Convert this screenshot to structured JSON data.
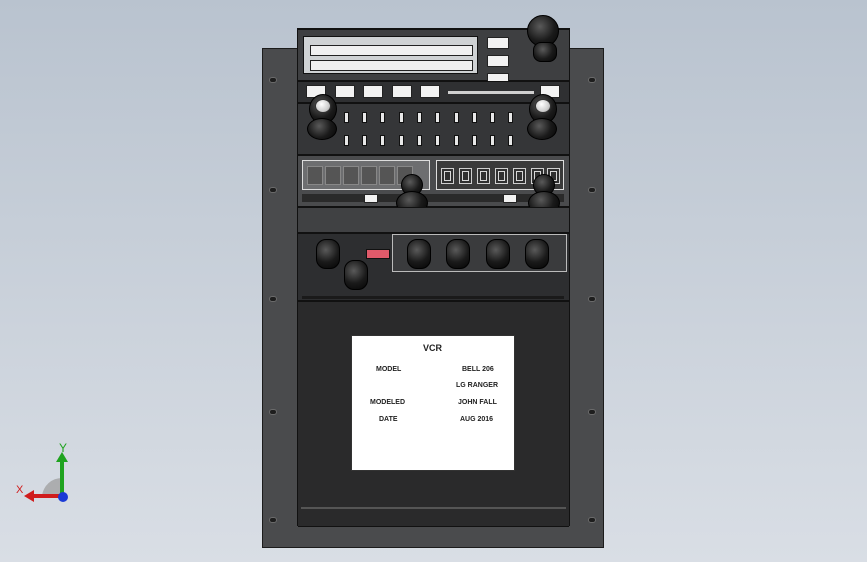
{
  "title_block": {
    "title": "VCR",
    "model_label": "MODEL",
    "model_value_1": "BELL 206",
    "model_value_2": "LG RANGER",
    "modeled_label": "MODELED",
    "modeled_value": "JOHN FALL",
    "date_label": "DATE",
    "date_value": "AUG 2016"
  },
  "triad": {
    "y_label": "Y",
    "x_label": "X"
  },
  "colors": {
    "background_top": "#b9c3cf",
    "plate": "#4a4b4d",
    "panel": "#3a3b3d",
    "indicator_red": "#e05a6a"
  }
}
